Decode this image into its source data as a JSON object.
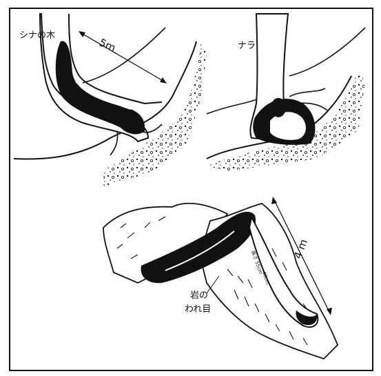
{
  "panels": {
    "top_left": {
      "tree_label": "シナの木",
      "dimension_label": "5m"
    },
    "top_right": {
      "tree_label": "ナラ"
    },
    "bottom": {
      "dimension_label": "4 m",
      "crack_label_line1": "岩の",
      "crack_label_line2": "われ目",
      "annotation_small": "高さ 55cm",
      "annotation_small2": "40cm"
    }
  },
  "colors": {
    "ink": "#111111",
    "paper": "#ffffff"
  }
}
